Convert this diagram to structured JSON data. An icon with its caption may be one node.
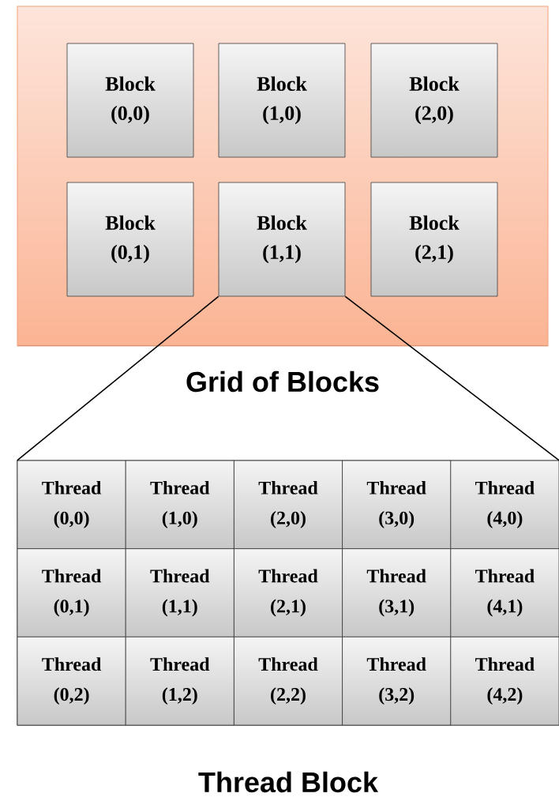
{
  "diagram": {
    "nodes": [
      {
        "text": [
          "Grid of Blocks"
        ]
      },
      {
        "text": [
          "Block (0,0)"
        ],
        "in": 0
      },
      {
        "text": [
          "Block (1,0)"
        ],
        "in": 0
      },
      {
        "text": [
          "Block (2,0)"
        ],
        "in": 0
      },
      {
        "text": [
          "Block (0,1)"
        ],
        "in": 0
      },
      {
        "text": [
          "Block (1,1)"
        ],
        "in": 0
      },
      {
        "text": [
          "Block (2,1)"
        ],
        "in": 0
      },
      {
        "text": [
          "Thread Block"
        ]
      },
      {
        "text": [
          "Thread (0,0)"
        ],
        "in": 7
      },
      {
        "text": [
          "Thread (1,0)"
        ],
        "in": 7
      },
      {
        "text": [
          "Thread (2,0)"
        ],
        "in": 7
      },
      {
        "text": [
          "Thread (3,0)"
        ],
        "in": 7
      },
      {
        "text": [
          "Thread (4,0)"
        ],
        "in": 7
      },
      {
        "text": [
          "Thread (0,1)"
        ],
        "in": 7
      },
      {
        "text": [
          "Thread (1,1)"
        ],
        "in": 7
      },
      {
        "text": [
          "Thread (2,1)"
        ],
        "in": 7
      },
      {
        "text": [
          "Thread (3,1)"
        ],
        "in": 7
      },
      {
        "text": [
          "Thread (4,1)"
        ],
        "in": 7
      },
      {
        "text": [
          "Thread (0,2)"
        ],
        "in": 7
      },
      {
        "text": [
          "Thread (1,2)"
        ],
        "in": 7
      },
      {
        "text": [
          "Thread (2,2)"
        ],
        "in": 7
      },
      {
        "text": [
          "Thread (3,2)"
        ],
        "in": 7
      },
      {
        "text": [
          "Thread (4,2)"
        ],
        "in": 7
      }
    ],
    "edges": [
      {
        "from": 5,
        "to": 7,
        "arrow": "none"
      },
      {
        "from": 5,
        "to": 7,
        "arrow": "none"
      }
    ]
  }
}
